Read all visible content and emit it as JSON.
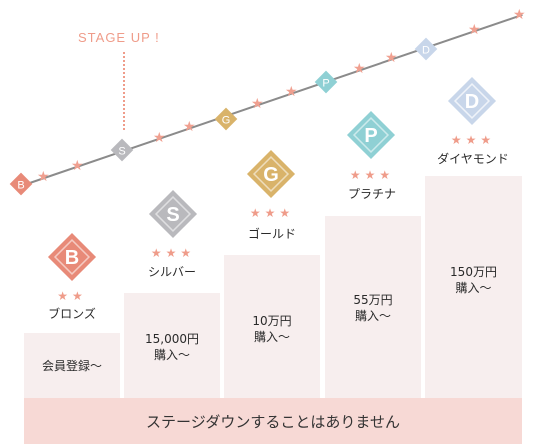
{
  "stage_up": "STAGE UP !",
  "top_badges": [
    "B",
    "S",
    "G",
    "P",
    "D"
  ],
  "ranks": [
    {
      "letter": "B",
      "name": "ブロンズ",
      "stars": "★★",
      "condition_line1": "会員登録〜",
      "condition_line2": "",
      "color": "#e88a78"
    },
    {
      "letter": "S",
      "name": "シルバー",
      "stars": "★★★",
      "condition_line1": "15,000円",
      "condition_line2": "購入〜",
      "color": "#b9b9bd"
    },
    {
      "letter": "G",
      "name": "ゴールド",
      "stars": "★★★",
      "condition_line1": "10万円",
      "condition_line2": "購入〜",
      "color": "#d9b36a"
    },
    {
      "letter": "P",
      "name": "プラチナ",
      "stars": "★★★",
      "condition_line1": "55万円",
      "condition_line2": "購入〜",
      "color": "#8fd0d4"
    },
    {
      "letter": "D",
      "name": "ダイヤモンド",
      "stars": "★★★",
      "condition_line1": "150万円",
      "condition_line2": "購入〜",
      "color": "#c8d6ea"
    }
  ],
  "footer_text": "ステージダウンすることはありません",
  "colors": {
    "accent": "#ef9c8a",
    "bar_bg": "#f7eeee",
    "footer_bg": "#f7d9d5",
    "line": "#8b8b8b"
  }
}
